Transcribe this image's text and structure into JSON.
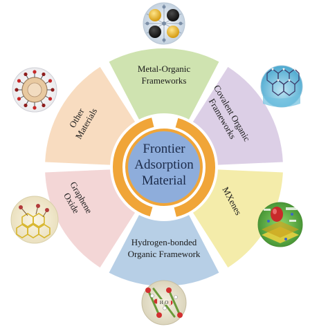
{
  "center": {
    "lines": [
      "Frontier",
      "Adsorption",
      "Material"
    ]
  },
  "segments": [
    {
      "id": "mof",
      "lines": [
        "Metal-Organic",
        "Frameworks"
      ],
      "color": "#cfe3b0",
      "icon": "mof-crystal-image"
    },
    {
      "id": "cof",
      "lines": [
        "Covalent Organic",
        "Frameworks"
      ],
      "color": "#dccfe6",
      "icon": "cof-structure-image"
    },
    {
      "id": "mxenes",
      "lines": [
        "MXenes"
      ],
      "color": "#f4ecaa",
      "icon": "mxene-layer-image"
    },
    {
      "id": "hof",
      "lines": [
        "Hydrogen-bonded",
        "Organic Framework"
      ],
      "color": "#b7cfe6",
      "icon": "hof-lattice-image"
    },
    {
      "id": "graphene",
      "lines": [
        "Graphene",
        "Oxide"
      ],
      "color": "#f3d6d6",
      "icon": "graphene-sheet-image"
    },
    {
      "id": "other",
      "lines": [
        "Other",
        "Materials"
      ],
      "color": "#f8dcc0",
      "icon": "nanoparticle-image"
    }
  ],
  "colors": {
    "ring": "#f0a538",
    "inner": "#8eaddb",
    "center_text": "#1c2b4a"
  }
}
